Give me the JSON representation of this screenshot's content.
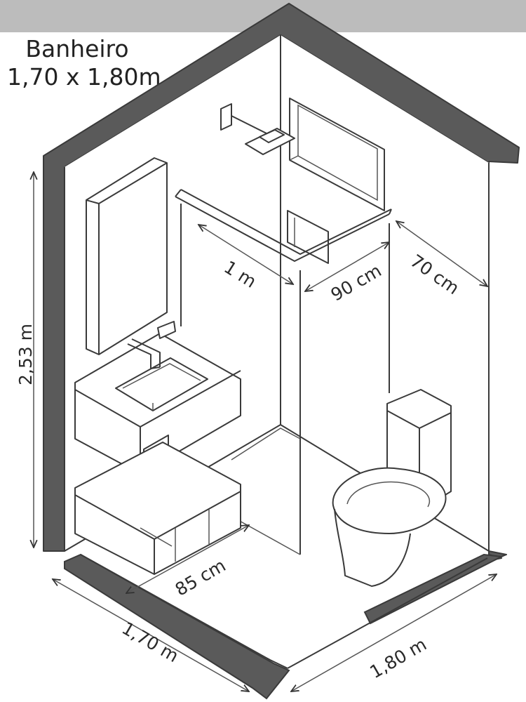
{
  "title": {
    "line1": "Banheiro",
    "line2": "1,70 x 1,80m"
  },
  "dimensions": {
    "height": "2,53 m",
    "width": "1,70 m",
    "depth": "1,80 m",
    "vanity": "85 cm",
    "shower_length": "1 m",
    "shower_width": "90 cm",
    "toilet_area": "70 cm"
  },
  "colors": {
    "wall_cut": "#5a5a5a",
    "line": "#3a3a3a",
    "header_bar": "#bcbcbc"
  }
}
